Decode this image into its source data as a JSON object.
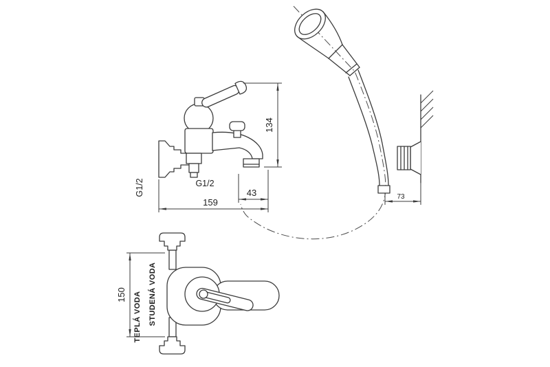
{
  "diagram": {
    "type": "technical-drawing",
    "subject": "wall-mounted bath mixer with hand shower",
    "line_color": "#3a3a3a",
    "background": "#ffffff",
    "side_view": {
      "dim_height": "134",
      "dim_length": "159",
      "dim_spout_offset": "43",
      "thread_wall": "G1/2",
      "thread_shower_outlet": "G1/2"
    },
    "shower": {
      "dim_bracket": "73"
    },
    "front_view": {
      "dim_centers": "150",
      "label_cold": "STUDENÁ VODA",
      "label_hot": "TEPLÁ VODA"
    }
  }
}
